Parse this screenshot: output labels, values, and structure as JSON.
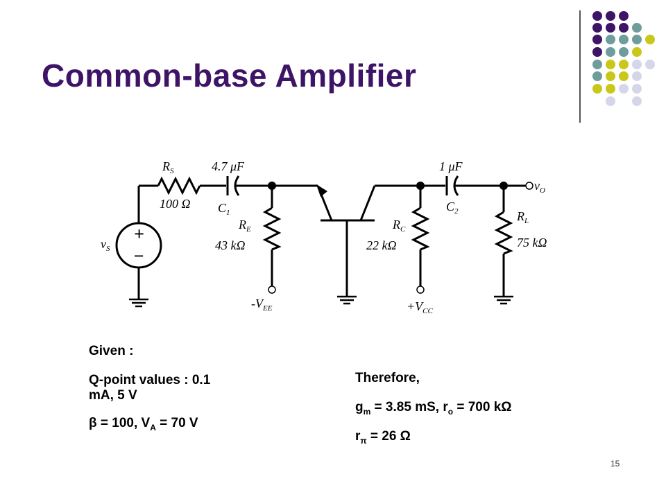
{
  "title": "Common-base Amplifier",
  "page_number": "15",
  "circuit": {
    "rs_label": "R",
    "rs_sub": "S",
    "rs_value": "100 Ω",
    "c1_value": "4.7 μF",
    "c1_label": "C",
    "c1_sub": "1",
    "re_label": "R",
    "re_sub": "E",
    "re_value": "43 kΩ",
    "vee_label": "-V",
    "vee_sub": "EE",
    "rc_label": "R",
    "rc_sub": "C",
    "rc_value": "22 kΩ",
    "vcc_label": "+V",
    "vcc_sub": "CC",
    "c2_value": "1 μF",
    "c2_label": "C",
    "c2_sub": "2",
    "rl_label": "R",
    "rl_sub": "L",
    "rl_value": "75 kΩ",
    "vo_label": "v",
    "vo_sub": "O",
    "vs_label": "v",
    "vs_sub": "S",
    "plus": "+",
    "minus": "−"
  },
  "given": {
    "heading": "Given :",
    "q_point": "Q-point values : 0.1",
    "q_point_cont": "mA, 5 V",
    "beta_text": "β = 100, V",
    "va_sub": "A",
    "va_value": " = 70 V"
  },
  "therefore": {
    "heading": "Therefore,",
    "gm_prefix": "g",
    "gm_sub": "m",
    "gm_text": " = 3.85 mS, r",
    "ro_sub": "o",
    "ro_text": " = 700 kΩ",
    "rpi_prefix": "r",
    "rpi_sub": "π",
    "rpi_text": " = 26  Ω"
  },
  "colors": {
    "title": "#3d1466",
    "purple": "#3d1466",
    "teal": "#6f9c9c",
    "yellow": "#c9c81a",
    "lavender": "#d6d6ea"
  }
}
